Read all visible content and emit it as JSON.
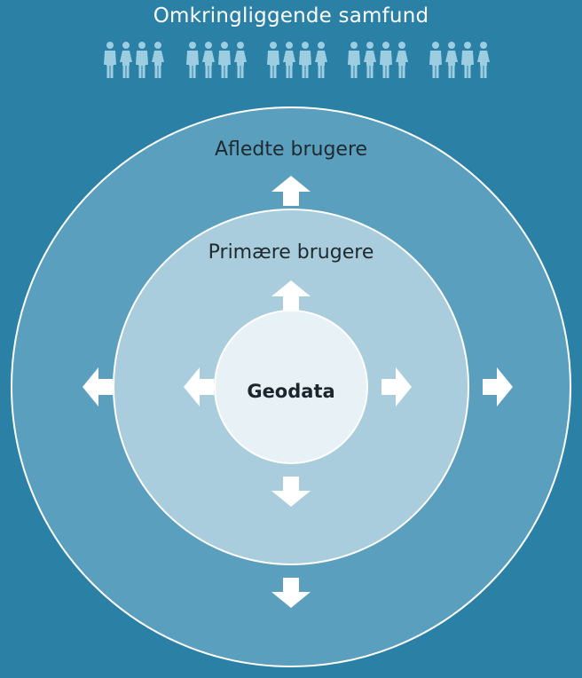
{
  "header": {
    "title": "Omkringliggende samfund",
    "people_groups": 5,
    "people_per_group": 4,
    "people_icon": "person-icon"
  },
  "rings": {
    "outer": {
      "label": "Afledte brugere",
      "color": "#5a9fbd"
    },
    "inner": {
      "label": "Primære brugere",
      "color": "#a9cddd"
    },
    "core": {
      "label": "Geodata",
      "color": "#e8f1f5"
    }
  },
  "colors": {
    "background": "#2b80a6",
    "people": "#9ccde0",
    "stroke": "#ffffff",
    "arrow": "#ffffff"
  }
}
